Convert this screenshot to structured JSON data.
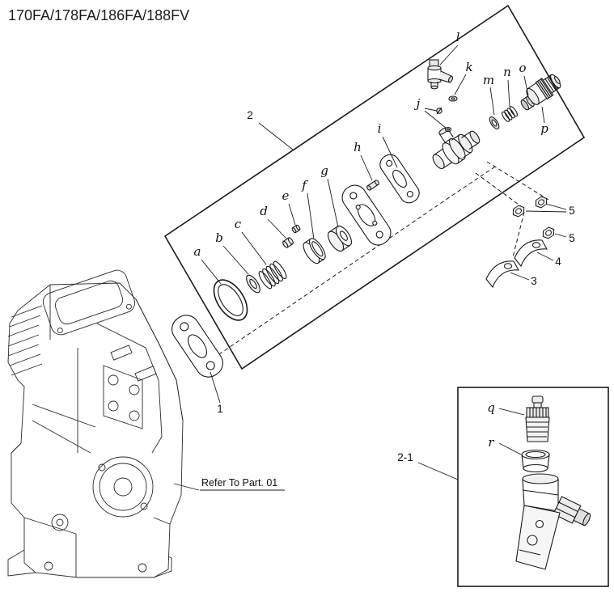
{
  "title": "170FA/178FA/186FA/188FV",
  "colors": {
    "ink": "#1a1a1a"
  },
  "note": {
    "refer_text": "Refer To Part. 01"
  },
  "part_letters": {
    "a": "a",
    "b": "b",
    "c": "c",
    "d": "d",
    "e": "e",
    "f": "f",
    "g": "g",
    "h": "h",
    "i": "i",
    "j": "j",
    "k": "k",
    "l": "l",
    "m": "m",
    "n": "n",
    "o": "o",
    "p": "p",
    "q": "q",
    "r": "r"
  },
  "callout_numbers": {
    "item1": "1",
    "item2": "2",
    "item3": "3",
    "item4": "4",
    "item5_top": "5",
    "item5_bottom": "5",
    "inset": "2-1"
  }
}
